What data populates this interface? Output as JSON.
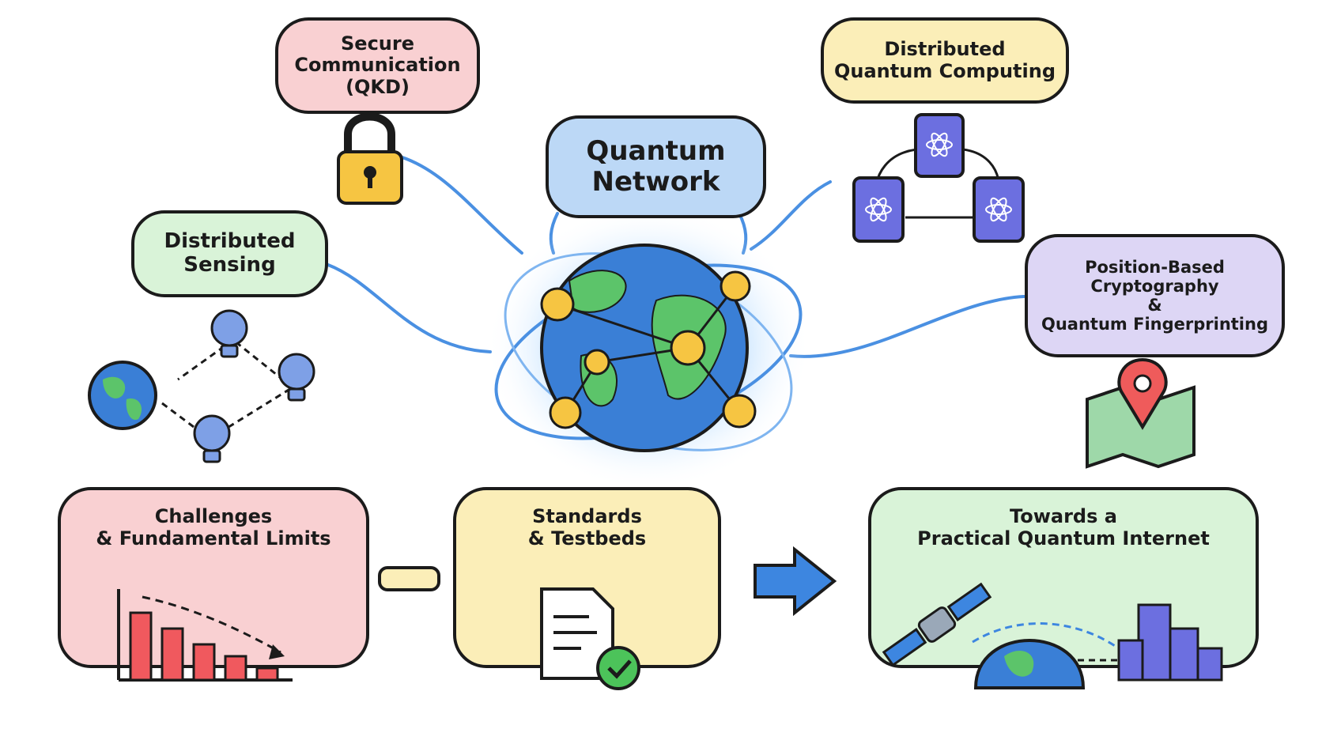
{
  "center": {
    "title_line1": "Quantum",
    "title_line2": "Network"
  },
  "nodes": {
    "qkd": {
      "line1": "Secure",
      "line2": "Communication",
      "line3": "(QKD)"
    },
    "dqc": {
      "line1": "Distributed",
      "line2": "Quantum Computing"
    },
    "sensing": {
      "line1": "Distributed",
      "line2": "Sensing"
    },
    "position": {
      "line1": "Position-Based",
      "line2": "Cryptography",
      "line3": "&",
      "line4": "Quantum Fingerprinting"
    }
  },
  "bottom": {
    "challenges": {
      "line1": "Challenges",
      "line2": "& Fundamental Limits"
    },
    "standards": {
      "line1": "Standards",
      "line2": "& Testbeds"
    },
    "internet": {
      "line1": "Towards a",
      "line2": "Practical Quantum Internet"
    }
  },
  "colors": {
    "outline": "#1b1b1b",
    "pink": "#f9d0d2",
    "yellow": "#fbeeb8",
    "green": "#d9f3d8",
    "blue": "#bcd8f6",
    "lavender": "#ddd6f5",
    "link_blue": "#4a90e2",
    "earth_blue": "#3a7fd6",
    "earth_green": "#5cc46a",
    "node_gold": "#f6c542",
    "red_bar": "#f0595e",
    "device_purple": "#6c6fe0",
    "arrow_blue": "#3d86e0",
    "check_green": "#4cc35a",
    "pin_red": "#ef5b5b"
  }
}
